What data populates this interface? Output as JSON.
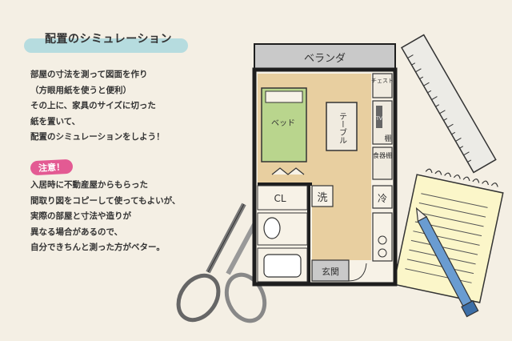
{
  "title": "配置のシミュレーション",
  "intro_lines": [
    "部屋の寸法を測って図面を作り",
    "（方眼用紙を使うと便利）",
    "その上に、家具のサイズに切った",
    "紙を置いて、",
    "配置のシミュレーションをしよう！"
  ],
  "note_badge": "注意！",
  "note_lines": [
    "入居時に不動産屋からもらった",
    "間取り図をコピーして使ってもよいが、",
    "実際の部屋と寸法や造りが",
    "異なる場合があるので、",
    "自分できちんと測った方がベター。"
  ],
  "floorplan": {
    "veranda": "ベランダ",
    "bed": "ベッド",
    "table": "テーブル",
    "chest": "チェスト",
    "tv": "TV",
    "shelf": "棚",
    "dish_shelf": "食器棚",
    "closet": "CL",
    "washer": "洗",
    "fridge": "冷",
    "entrance": "玄関"
  },
  "colors": {
    "title_highlight": "#aad8de",
    "note_badge": "#e35a93",
    "floor": "#e8cfa0",
    "bed": "#b9d58d",
    "veranda": "#c9c9c9",
    "wall": "#1e1e1e"
  }
}
